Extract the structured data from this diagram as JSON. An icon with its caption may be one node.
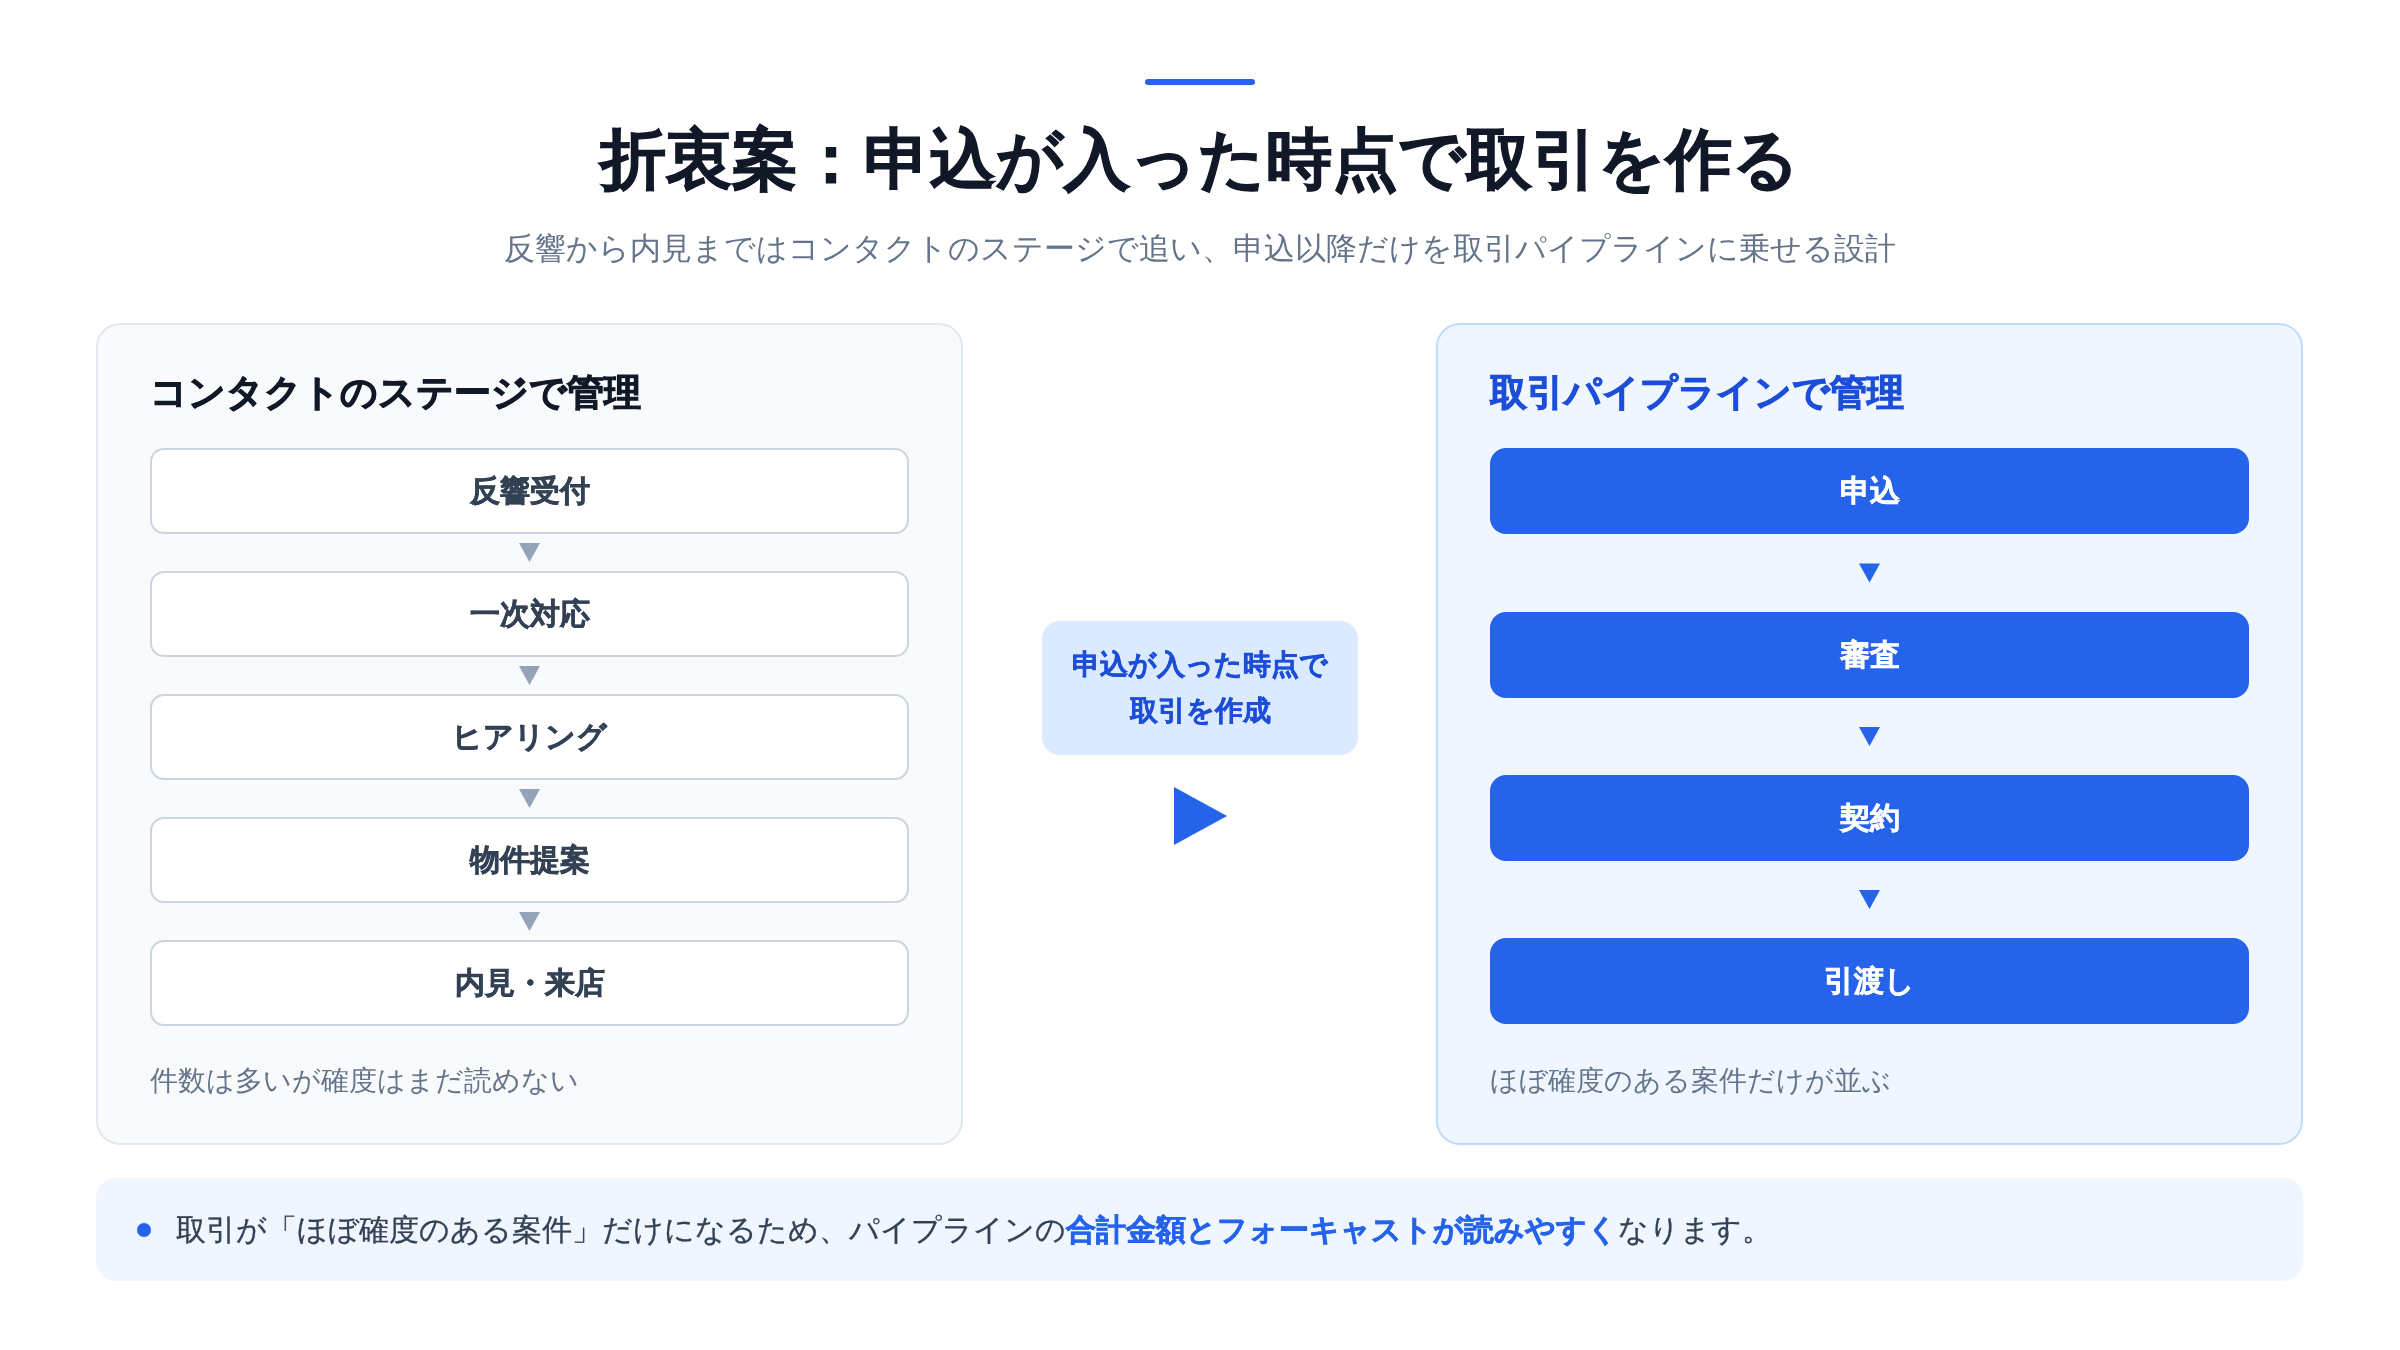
{
  "diagram": {
    "title": "折衷案：申込が入った時点で取引を作る",
    "nodes": [
      {
        "text": [
          "コンタクトのステージで管理",
          "件数は多いが確度はまだ読めない"
        ]
      },
      {
        "text": [
          "反響受付"
        ],
        "in": 0
      },
      {
        "text": [
          "一次対応"
        ],
        "in": 0
      },
      {
        "text": [
          "ヒアリング"
        ],
        "in": 0
      },
      {
        "text": [
          "物件提案"
        ],
        "in": 0
      },
      {
        "text": [
          "内見・来店"
        ],
        "in": 0
      },
      {
        "text": [
          "申込が入った時点で取引を作成"
        ]
      },
      {
        "text": [
          "取引パイプラインで管理",
          "ほぼ確度のある案件だけが並ぶ"
        ]
      },
      {
        "text": [
          "申込"
        ],
        "in": 7
      },
      {
        "text": [
          "審査"
        ],
        "in": 7
      },
      {
        "text": [
          "契約"
        ],
        "in": 7
      },
      {
        "text": [
          "引渡し"
        ],
        "in": 7
      },
      {
        "text": [
          "取引が「ほぼ確度のある案件」だけになるため、パイプラインの**合計金額とフォーキャストが読みやすく**なります。"
        ]
      }
    ],
    "edges": [
      {
        "from": 1,
        "to": 2,
        "arrow": "to"
      },
      {
        "from": 2,
        "to": 3,
        "arrow": "to"
      },
      {
        "from": 3,
        "to": 4,
        "arrow": "to"
      },
      {
        "from": 4,
        "to": 5,
        "arrow": "to"
      },
      {
        "from": 8,
        "to": 9,
        "arrow": "to",
        "color": "#2563eb"
      },
      {
        "from": 9,
        "to": 10,
        "arrow": "to",
        "color": "#2563eb"
      },
      {
        "from": 10,
        "to": 11,
        "arrow": "to",
        "color": "#2563eb"
      }
    ],
    "labels": [
      "反響から内見まではコンタクトのステージで追い、申込以降だけを取引パイプラインに乗せる設計"
    ]
  }
}
